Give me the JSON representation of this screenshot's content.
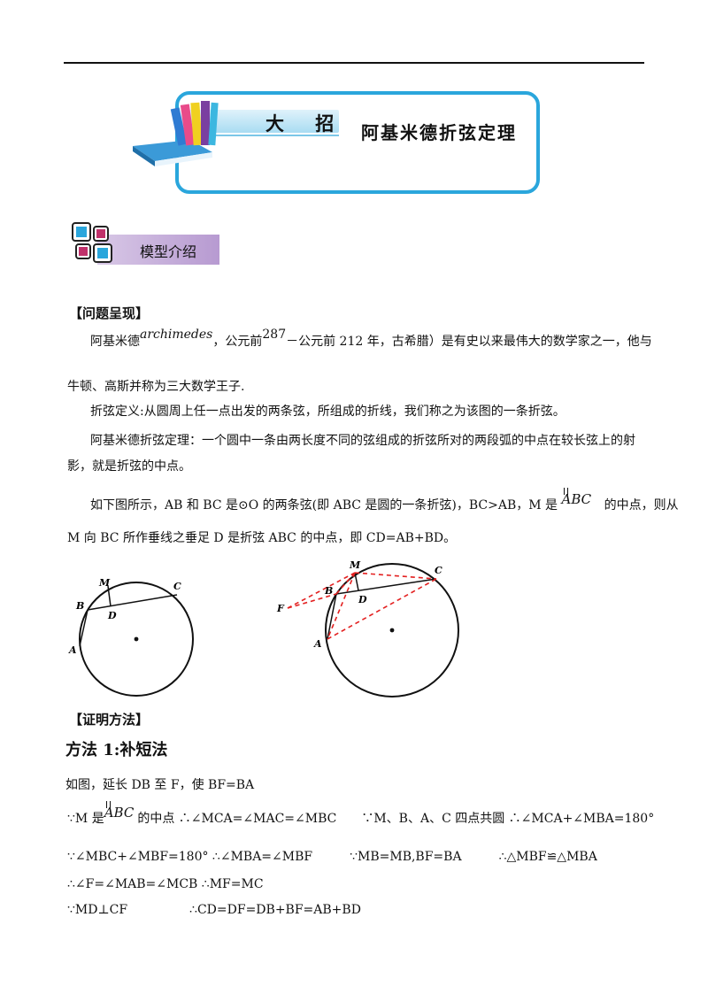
{
  "header": {
    "dazhao": "大 招",
    "title": "阿基米德折弦定理"
  },
  "section": {
    "label": "模型介绍"
  },
  "problem": {
    "heading": "【问题呈现】",
    "p1_a": "阿基米德",
    "p1_name": "archimedes",
    "p1_b": "，公元前",
    "p1_year": "287",
    "p1_c": "－公元前 212 年，古希腊）是有史以来最伟大的数学家之一，他与",
    "p1_d": "牛顿、高斯并称为三大数学王子.",
    "p2": "折弦定义:从圆周上任一点出发的两条弦，所组成的折线，我们称之为该图的一条折弦。",
    "p3_a": "阿基米德折弦定理：一个圆中一条由两长度不同的弦组成的折弦所对的两段弧的中点在较长弦上的射",
    "p3_b": "影，就是折弦的中点。",
    "p4_a": "如下图所示，AB 和 BC 是⊙O 的两条弦(即 ABC 是圆的一条折弦)，BC>AB，M 是",
    "p4_arc": "ABC",
    "p4_b": "的中点，则从",
    "p5": "M 向 BC 所作垂线之垂足 D 是折弦 ABC 的中点，即 CD=AB+BD。"
  },
  "figures": {
    "left_labels": [
      "M",
      "C",
      "B",
      "D",
      "A"
    ],
    "right_labels": [
      "M",
      "C",
      "B",
      "D",
      "F",
      "A"
    ],
    "line_color": "#111111",
    "dash_color": "#e32020"
  },
  "proof": {
    "heading": "【证明方法】",
    "method1": "方法 1:补短法",
    "l1": "如图，延长 DB 至 F，使 BF=BA",
    "l2_a": "∵M 是",
    "l2_arc": "ABC",
    "l2_b": "的中点 ∴∠MCA=∠MAC=∠MBC　　∵M、B、A、C 四点共圆 ∴∠MCA+∠MBA=180°",
    "l3": "∵∠MBC+∠MBF=180° ∴∠MBA=∠MBF　　　∵MB=MB,BF=BA　　　∴△MBF≌△MBA",
    "l4": "∴∠F=∠MAB=∠MCB ∴MF=MC",
    "l5": "∵MD⊥CF　　　　　∴CD=DF=DB+BF=AB+BD"
  }
}
